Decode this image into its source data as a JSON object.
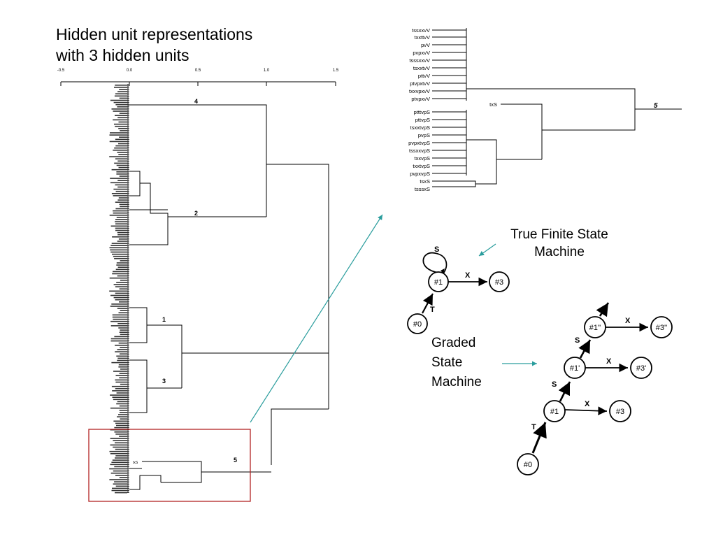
{
  "title": {
    "line1": "Hidden unit representations",
    "line2": "with 3 hidden units"
  },
  "dendrogram": {
    "axis_ticks": [
      "-0.5",
      "0.0",
      "0.5",
      "1.0",
      "1.5"
    ],
    "cluster_labels": [
      "4",
      "2",
      "1",
      "3",
      "5"
    ],
    "inner_label": "txS"
  },
  "zoom": {
    "upper_group": [
      "tssxxvV",
      "txxttvV",
      "pvV",
      "pvpxvV",
      "tsssxxvV",
      "tsxxtvV",
      "pttvV",
      "ptvpxtvV",
      "txxvpxvV",
      "ptvpxvV"
    ],
    "single_label": "txS",
    "lower_group": [
      "ptttvpS",
      "pttvpS",
      "tsxxtvpS",
      "pvpS",
      "pvpxtvpS",
      "tssxxvpS",
      "txxvpS",
      "txxtvpS",
      "pvpxvpS",
      "tsxS",
      "tsssxS"
    ],
    "cluster_label": "5"
  },
  "annotations": {
    "true_fsm": [
      "True Finite State",
      "Machine"
    ],
    "graded_fsm": [
      "Graded",
      "State",
      "Machine"
    ]
  },
  "true_fsm": {
    "nodes": [
      "#1",
      "#3",
      "#0"
    ],
    "edges": {
      "self_loop": "S",
      "to_3": "X",
      "from_0": "T"
    }
  },
  "graded_fsm": {
    "nodes": [
      "#0",
      "#1",
      "#1'",
      "#1''",
      "#3",
      "#3'",
      "#3''"
    ],
    "edges": {
      "t": "T",
      "s1": "S",
      "s2": "S",
      "x1": "X",
      "x2": "X",
      "x3": "X"
    }
  },
  "colors": {
    "highlight_box": "#b22222",
    "arrow": "#2a9d9d",
    "ink": "#000000"
  }
}
